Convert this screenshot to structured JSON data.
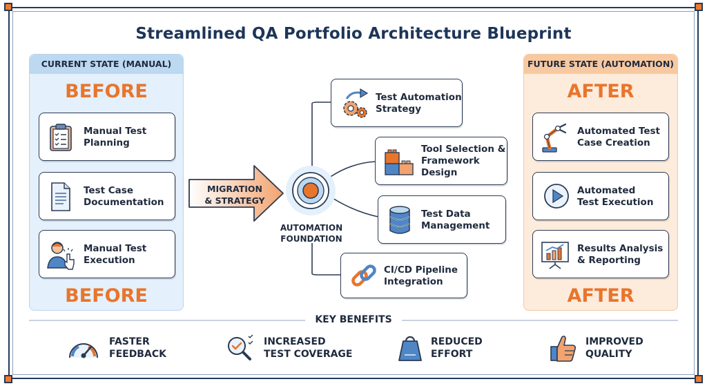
{
  "title": "Streamlined QA Portfolio Architecture Blueprint",
  "current_state": {
    "header": "CURRENT STATE (MANUAL)",
    "top_word": "BEFORE",
    "bottom_word": "BEFORE",
    "items": [
      {
        "line1": "Manual Test",
        "line2": "Planning",
        "icon": "clipboard-icon"
      },
      {
        "line1": "Test Case",
        "line2": "Documentation",
        "icon": "document-icon"
      },
      {
        "line1": "Manual Test",
        "line2": "Execution",
        "icon": "person-pointer-icon"
      }
    ]
  },
  "migration": {
    "line1": "MIGRATION",
    "line2": "& STRATEGY"
  },
  "foundation": {
    "line1": "AUTOMATION",
    "line2": "FOUNDATION"
  },
  "foundation_items": [
    {
      "lines": [
        "Test Automation",
        "Strategy"
      ],
      "icon": "gears-arrow-icon"
    },
    {
      "lines": [
        "Tool Selection &",
        "Framework",
        "Design"
      ],
      "icon": "blocks-icon"
    },
    {
      "lines": [
        "Test Data",
        "Management"
      ],
      "icon": "database-icon"
    },
    {
      "lines": [
        "CI/CD Pipeline",
        "Integration"
      ],
      "icon": "chain-link-icon"
    }
  ],
  "future_state": {
    "header": "FUTURE STATE (AUTOMATION)",
    "top_word": "AFTER",
    "bottom_word": "AFTER",
    "items": [
      {
        "line1": "Automated Test",
        "line2": "Case Creation",
        "icon": "robot-arm-icon"
      },
      {
        "line1": "Automated",
        "line2": "Test Execution",
        "icon": "play-icon"
      },
      {
        "line1": "Results Analysis",
        "line2": "& Reporting",
        "icon": "chart-board-icon"
      }
    ]
  },
  "benefits": {
    "header": "KEY BENEFITS",
    "items": [
      {
        "line1": "FASTER",
        "line2": "FEEDBACK",
        "icon": "speedometer-icon"
      },
      {
        "line1": "INCREASED",
        "line2": "TEST COVERAGE",
        "icon": "magnifier-check-icon"
      },
      {
        "line1": "REDUCED",
        "line2": "EFFORT",
        "icon": "weight-icon"
      },
      {
        "line1": "IMPROVED",
        "line2": "QUALITY",
        "icon": "thumbs-up-icon"
      }
    ]
  },
  "colors": {
    "accent": "#e8752c",
    "navy": "#1d3557",
    "left_panel": "#e4f0fb",
    "right_panel": "#fdebdc"
  }
}
